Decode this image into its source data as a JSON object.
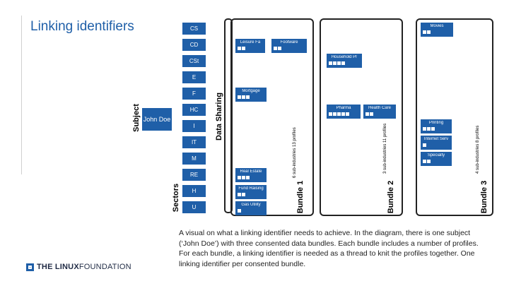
{
  "title": "Linking identifiers",
  "labels": {
    "subject": "Subject",
    "sectors": "Sectors",
    "data_sharing": "Data Sharing"
  },
  "subject_name": "John Doe",
  "sectors": [
    "CS",
    "CD",
    "CSt",
    "E",
    "F",
    "HC",
    "I",
    "IT",
    "M",
    "RE",
    "H",
    "U"
  ],
  "bundles": [
    {
      "label": "Bundle 1",
      "note": "6 sub-industries 13 profiles",
      "profiles": [
        {
          "name": "Leisure Fa",
          "squares": 2
        },
        {
          "name": "Footware",
          "squares": 2
        },
        {
          "name": "Mortgage",
          "squares": 3
        },
        {
          "name": "Real Estate",
          "squares": 3
        },
        {
          "name": "Fund Raising",
          "squares": 2
        },
        {
          "name": "Gas Utility",
          "squares": 1
        }
      ]
    },
    {
      "label": "Bundle 2",
      "note": "3 sub-industries 11 profiles",
      "profiles": [
        {
          "name": "Household Pr",
          "squares": 4
        },
        {
          "name": "Pharma",
          "squares": 5
        },
        {
          "name": "Health Care",
          "squares": 2
        }
      ]
    },
    {
      "label": "Bundle 3",
      "note": "4 sub-industries 8 profiles",
      "profiles": [
        {
          "name": "Movies",
          "squares": 2
        },
        {
          "name": "Printing",
          "squares": 3
        },
        {
          "name": "Internet Serv",
          "squares": 1
        },
        {
          "name": "Specialty",
          "squares": 2
        }
      ]
    }
  ],
  "description": "A visual on what a linking identifier needs to achieve. In the diagram, there is one subject (‘John Doe’) with three consented data bundles. Each bundle includes a number of profiles. For each bundle, a linking identifier is needed as a thread to knit the profiles together. One linking identifier per consented bundle.",
  "logo": {
    "bold": "THE LINUX",
    "regular": "FOUNDATION"
  },
  "colors": {
    "accent": "#1f5fa8"
  }
}
